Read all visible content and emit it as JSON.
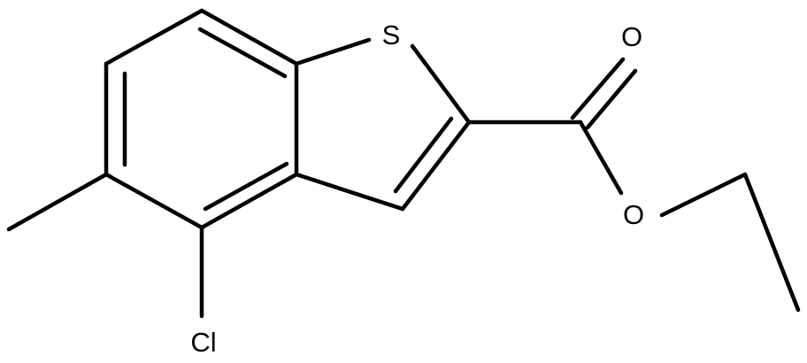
{
  "molecule": {
    "atoms": {
      "sulfur": "S",
      "carbonyl_oxygen": "O",
      "ester_oxygen": "O",
      "chlorine": "Cl"
    },
    "colors": {
      "bond": "#000000",
      "label": "#000000",
      "background": "#ffffff"
    }
  }
}
